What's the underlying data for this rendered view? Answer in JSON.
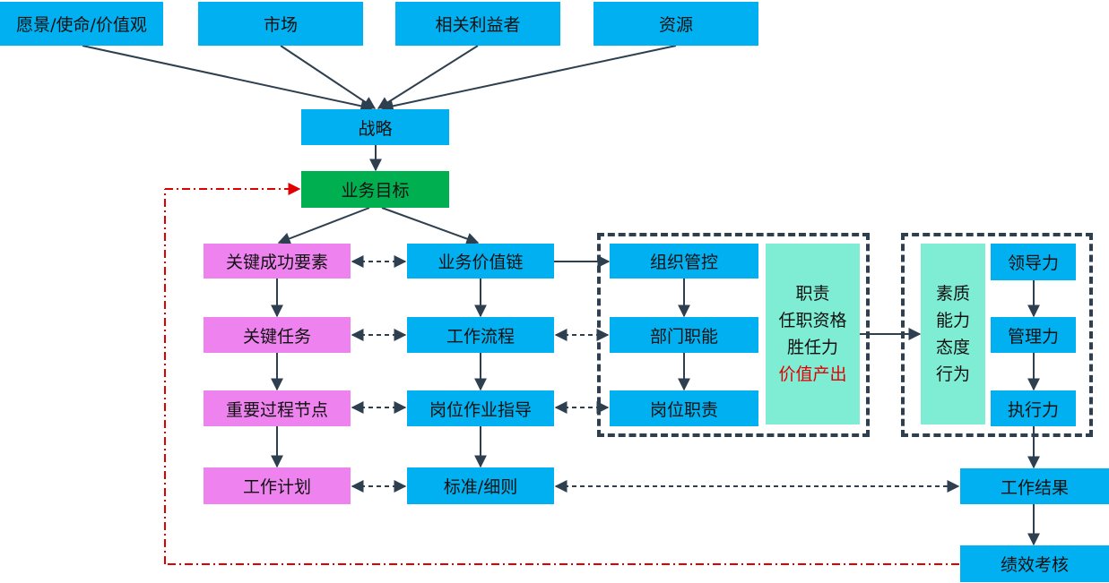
{
  "sources": {
    "vision": "愿景/使命/价值观",
    "market": "市场",
    "stakeholders": "相关利益者",
    "resources": "资源"
  },
  "strategy": "战略",
  "business_goal": "业务目标",
  "left_column": [
    "关键成功要素",
    "关键任务",
    "重要过程节点",
    "工作计划"
  ],
  "middle_column": [
    "业务价值链",
    "工作流程",
    "岗位作业指导",
    "标准/细则"
  ],
  "org_column": [
    "组织管控",
    "部门职能",
    "岗位职责"
  ],
  "duty_block": [
    "职责",
    "任职资格",
    "胜任力",
    "价值产出"
  ],
  "quality_block": [
    "素质",
    "能力",
    "态度",
    "行为"
  ],
  "ability_column": [
    "领导力",
    "管理力",
    "执行力"
  ],
  "work_result": "工作结果",
  "performance": "绩效考核",
  "colors": {
    "box_blue": "#00b0f0",
    "box_pink": "#ee82ee",
    "box_green": "#00b050",
    "box_teal": "#7fecd4",
    "arrow": "#2e3f50",
    "feedback": "#e00000"
  }
}
